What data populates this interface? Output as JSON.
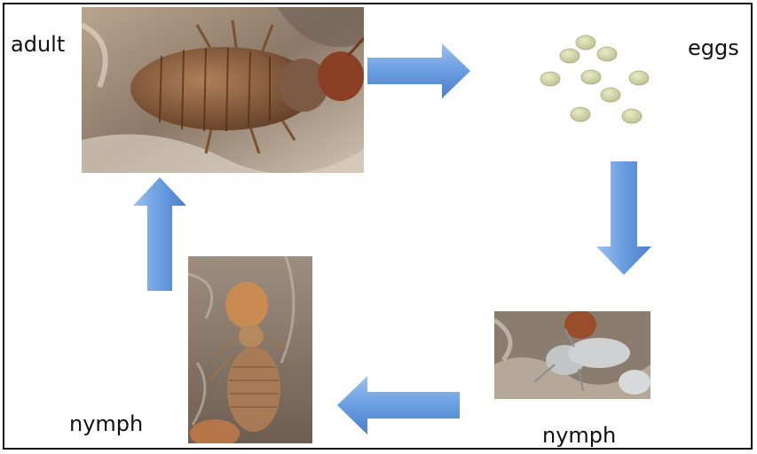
{
  "labels": {
    "adult": "adult",
    "eggs": "eggs",
    "nymph_right": "nymph",
    "nymph_left": "nymph"
  },
  "colors": {
    "arrow_fill": "#5a8fd6",
    "arrow_light": "#a9c8f0",
    "egg_fill": "#d6dcae",
    "frame": "#111111"
  },
  "stages": [
    {
      "name": "adult",
      "image": "adult-insect-photo"
    },
    {
      "name": "eggs",
      "image": "egg-cluster-illustration"
    },
    {
      "name": "nymph",
      "image": "late-nymph-photo"
    },
    {
      "name": "nymph",
      "image": "early-nymph-photo"
    }
  ],
  "arrows": [
    {
      "from": "adult",
      "to": "eggs",
      "direction": "right"
    },
    {
      "from": "eggs",
      "to": "nymph",
      "direction": "down"
    },
    {
      "from": "nymph",
      "to": "nymph",
      "direction": "left"
    },
    {
      "from": "nymph",
      "to": "adult",
      "direction": "up"
    }
  ]
}
